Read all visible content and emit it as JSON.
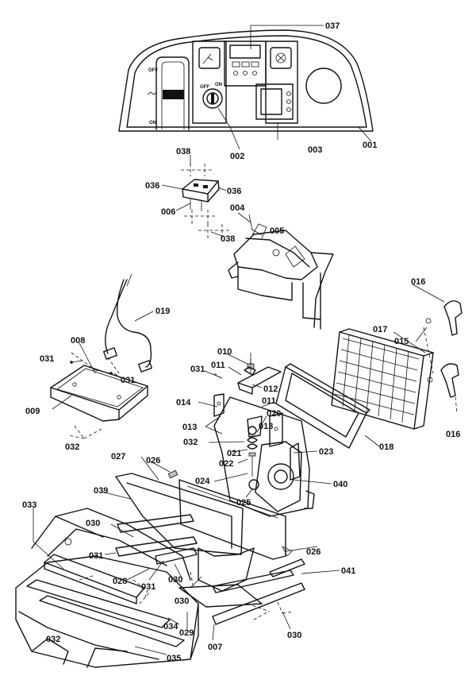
{
  "panel_text": {
    "off": "OFF",
    "on": "ON",
    "key_off": "OFF",
    "key_on": "ON"
  },
  "callouts": {
    "c001": "001",
    "c002": "002",
    "c003": "003",
    "c004": "004",
    "c005": "005",
    "c006": "006",
    "c007": "007",
    "c008": "008",
    "c009": "009",
    "c010": "010",
    "c011a": "011",
    "c011b": "011",
    "c012": "012",
    "c013a": "013",
    "c013b": "013",
    "c014": "014",
    "c015": "015",
    "c016a": "016",
    "c016b": "016",
    "c017": "017",
    "c018": "018",
    "c019": "019",
    "c020": "020",
    "c021": "021",
    "c022": "022",
    "c023": "023",
    "c024": "024",
    "c025": "025",
    "c026a": "026",
    "c026b": "026",
    "c027": "027",
    "c028": "028",
    "c029": "029",
    "c030a": "030",
    "c030b": "030",
    "c030c": "030",
    "c030d": "030",
    "c031a": "031",
    "c031b": "031",
    "c031c": "031",
    "c031d": "031",
    "c031e": "031",
    "c032a": "032",
    "c032b": "032",
    "c032c": "032",
    "c033": "033",
    "c034": "034",
    "c035": "035",
    "c036a": "036",
    "c036b": "036",
    "c037": "037",
    "c038a": "038",
    "c038b": "038",
    "c039": "039",
    "c040": "040",
    "c041": "041"
  }
}
